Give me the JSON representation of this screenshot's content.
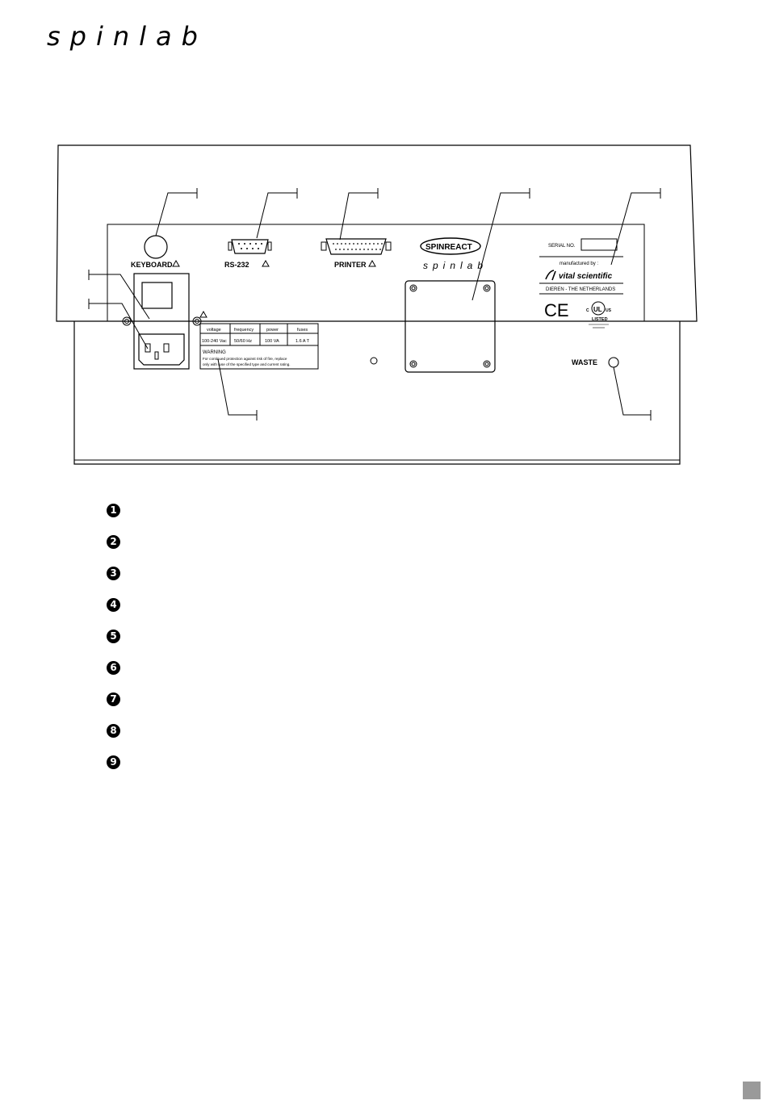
{
  "header": {
    "brand": "spinlab"
  },
  "panel": {
    "keyboard_label": "KEYBOARD",
    "rs232_label": "RS-232",
    "printer_label": "PRINTER",
    "spinreact_logo": "SPINREACT",
    "spinlab_logo": "spinlab",
    "serial_label": "SERIAL NO.",
    "manufactured_by": "manufactured by :",
    "vital_scientific": "vital scientific",
    "dieren": "DIEREN - THE NETHERLANDS",
    "ce_mark": "CE",
    "ul_mark": "UL",
    "ul_c": "C",
    "ul_us": "US",
    "ul_listed": "LISTED",
    "waste_label": "WASTE",
    "rating_table": {
      "headers": [
        "voltage",
        "frequency",
        "power",
        "fuses"
      ],
      "values": [
        "100-240 Vac",
        "50/60 Hz",
        "100 VA",
        "1.6 A T"
      ],
      "warning_title": "WARNING",
      "warning_line1": "For continued protection against risk of fire, replace",
      "warning_line2": "only with fuse of the specified type and current rating."
    }
  },
  "legend": {
    "items": [
      "1",
      "2",
      "3",
      "4",
      "5",
      "6",
      "7",
      "8",
      "9"
    ]
  }
}
